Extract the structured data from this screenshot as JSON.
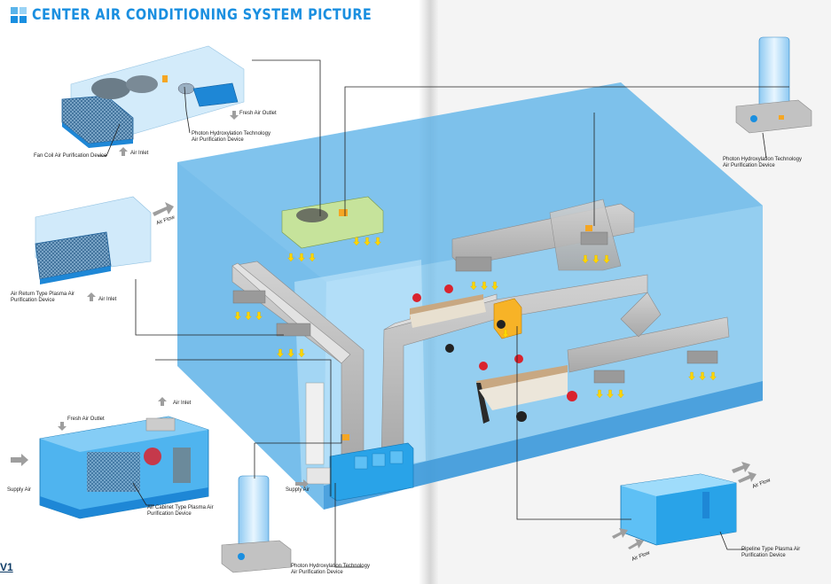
{
  "title": "CENTER AIR CONDITIONING SYSTEM PICTURE",
  "labels": {
    "fresh_air_outlet_top": "Fresh Air Outlet",
    "photon_top_left": "Photon Hydroxylation Technology",
    "photon_top_left_2": "Air Purification Device",
    "fan_coil": "Fan Coil Air Purification Device",
    "air_inlet_top": "Air Inlet",
    "air_flow_left": "Air Flow",
    "air_return_1": "Air Return Type Plasma Air",
    "air_return_2": "Purification Device",
    "air_inlet_mid": "Air Inlet",
    "air_inlet_cabinet": "Air Inlet",
    "fresh_air_outlet_cabinet": "Fresh Air Outlet",
    "supply_air_left": "Supply Air",
    "cabinet_1": "Air Cabinet Type Plasma Air",
    "cabinet_2": "Purification Device",
    "supply_air_mid": "Supply Air",
    "photon_bottom_1": "Photon Hydroxylation Technology",
    "photon_bottom_2": "Air Purification Device",
    "photon_right_1": "Photon Hydroxylation Technology",
    "photon_right_2": "Air Purification Device",
    "air_flow_right": "Air Flow",
    "air_flow_bottom": "Air Flow",
    "pipeline_1": "Pipeline Type Plasma Air",
    "pipeline_2": "Purification Device"
  },
  "logo_text": "V1",
  "colors": {
    "title_blue": "#1a8fe0",
    "room_blue": "#5ab4ea",
    "duct_gray": "#b9b9b9",
    "device_blue": "#29a3e8",
    "arrow_yellow": "#ffd600",
    "accent_orange": "#f5a623",
    "chair_red": "#d9232e"
  }
}
